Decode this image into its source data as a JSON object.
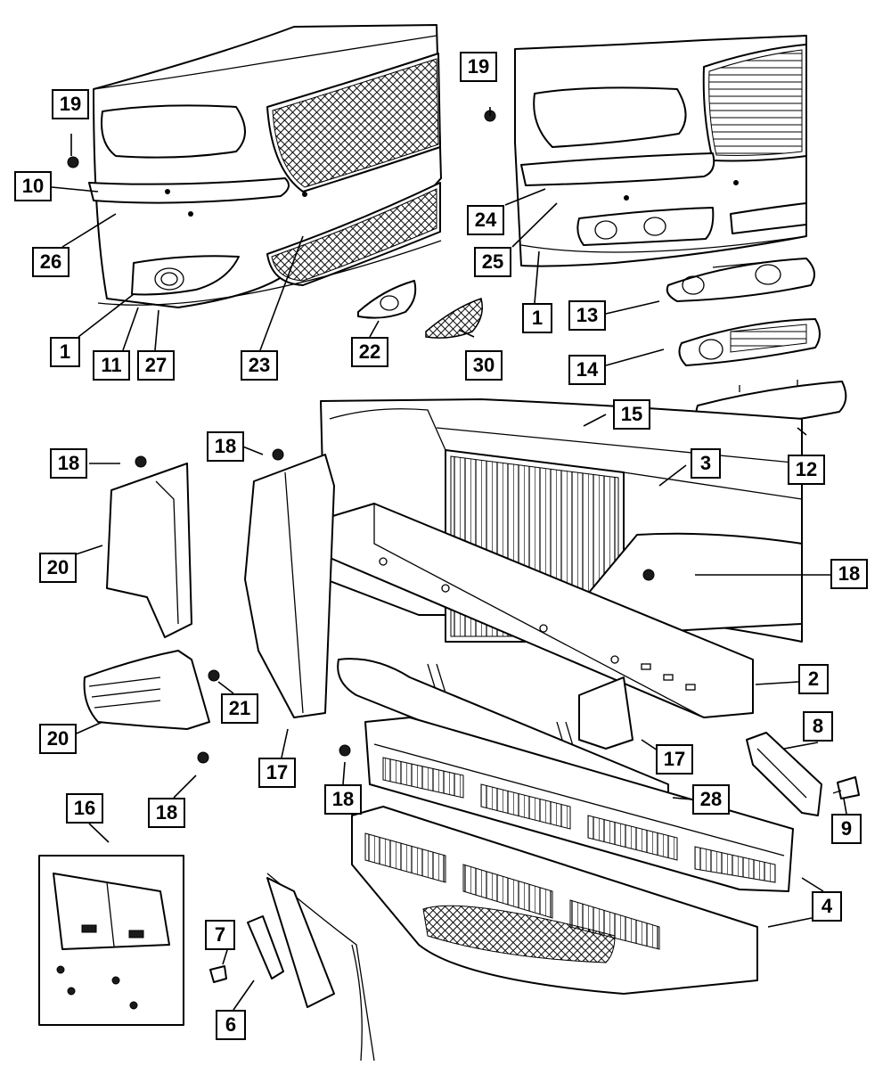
{
  "callouts": [
    {
      "id": "c1a",
      "label": "1"
    },
    {
      "id": "c1b",
      "label": "1"
    },
    {
      "id": "c2",
      "label": "2"
    },
    {
      "id": "c3",
      "label": "3"
    },
    {
      "id": "c4",
      "label": "4"
    },
    {
      "id": "c6",
      "label": "6"
    },
    {
      "id": "c7",
      "label": "7"
    },
    {
      "id": "c8",
      "label": "8"
    },
    {
      "id": "c9",
      "label": "9"
    },
    {
      "id": "c10",
      "label": "10"
    },
    {
      "id": "c11",
      "label": "11"
    },
    {
      "id": "c12",
      "label": "12"
    },
    {
      "id": "c13",
      "label": "13"
    },
    {
      "id": "c14",
      "label": "14"
    },
    {
      "id": "c15",
      "label": "15"
    },
    {
      "id": "c16",
      "label": "16"
    },
    {
      "id": "c17a",
      "label": "17"
    },
    {
      "id": "c17b",
      "label": "17"
    },
    {
      "id": "c18a",
      "label": "18"
    },
    {
      "id": "c18b",
      "label": "18"
    },
    {
      "id": "c18c",
      "label": "18"
    },
    {
      "id": "c18d",
      "label": "18"
    },
    {
      "id": "c18e",
      "label": "18"
    },
    {
      "id": "c19a",
      "label": "19"
    },
    {
      "id": "c19b",
      "label": "19"
    },
    {
      "id": "c20a",
      "label": "20"
    },
    {
      "id": "c20b",
      "label": "20"
    },
    {
      "id": "c21",
      "label": "21"
    },
    {
      "id": "c22",
      "label": "22"
    },
    {
      "id": "c23",
      "label": "23"
    },
    {
      "id": "c24",
      "label": "24"
    },
    {
      "id": "c25",
      "label": "25"
    },
    {
      "id": "c26",
      "label": "26"
    },
    {
      "id": "c27",
      "label": "27"
    },
    {
      "id": "c28",
      "label": "28"
    },
    {
      "id": "c30",
      "label": "30"
    }
  ]
}
